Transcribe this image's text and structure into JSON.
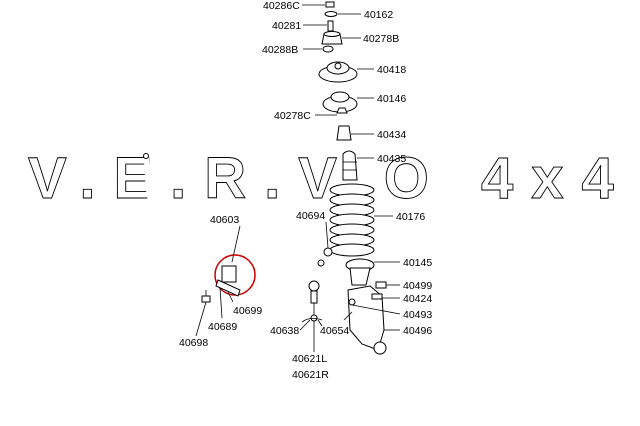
{
  "watermark": "V.E.R.V.O 4x4",
  "colors": {
    "highlight_circle": "#cc0000",
    "line": "#000000",
    "background": "#ffffff"
  },
  "labels": {
    "p40286C": "40286C",
    "p40162": "40162",
    "p40281": "40281",
    "p40278B": "40278B",
    "p40288B": "40288B",
    "p40418": "40418",
    "p40146_top": "40146",
    "p40278C": "40278C",
    "p40434": "40434",
    "p40435": "40435",
    "p40603": "40603",
    "p40694": "40694",
    "p40176": "40176",
    "p40145": "40145",
    "p40499": "40499",
    "p40424": "40424",
    "p40493": "40493",
    "p40496": "40496",
    "p40699": "40699",
    "p40689": "40689",
    "p40698": "40698",
    "p40638": "40638",
    "p40654": "40654",
    "p40621L": "40621L",
    "p40621R": "40621R"
  }
}
